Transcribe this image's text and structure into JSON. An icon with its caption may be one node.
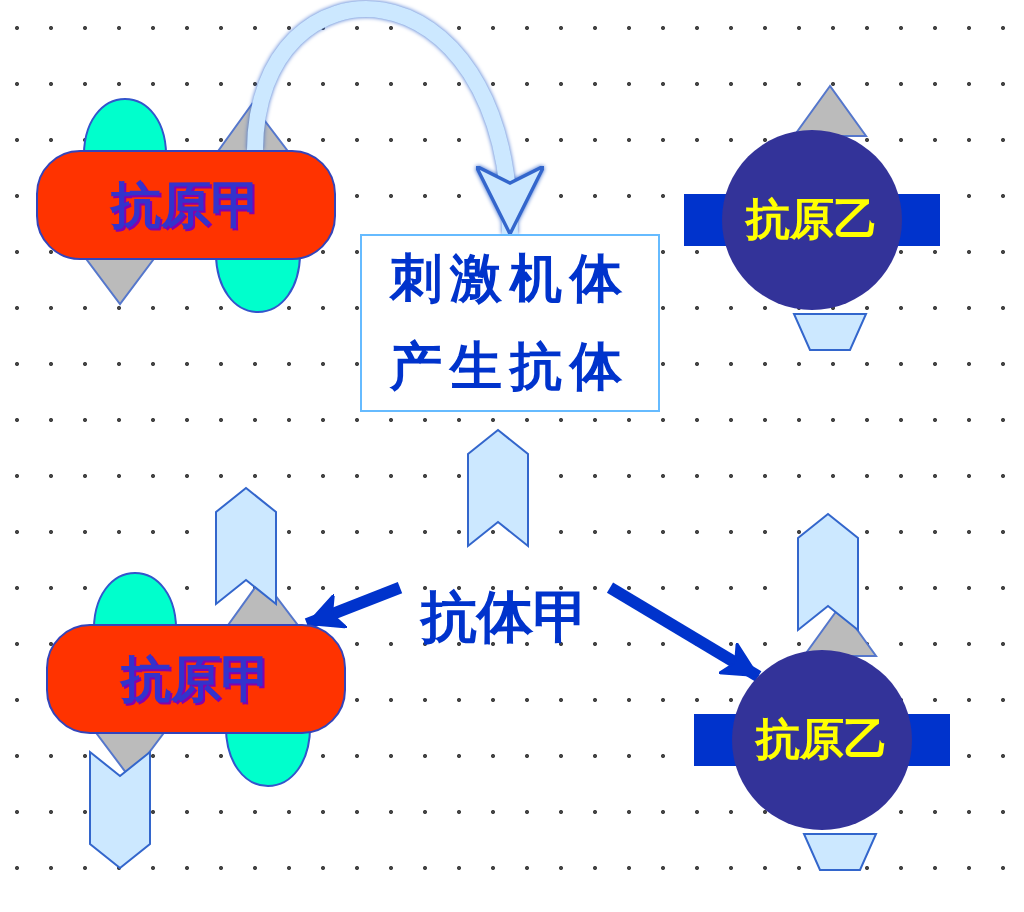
{
  "diagram": {
    "nodes": [
      {
        "text": [
          "抗原甲"
        ]
      },
      {
        "text": [
          "刺激机体产生抗体"
        ]
      },
      {
        "text": [
          "抗原乙"
        ]
      },
      {
        "text": [
          "抗体甲"
        ]
      },
      {
        "text": [
          "抗原甲"
        ]
      },
      {
        "text": [
          "抗原乙"
        ]
      }
    ],
    "edges": [
      {
        "from": 0,
        "to": 1,
        "arrow": "to",
        "color": "#cce8ff"
      },
      {
        "from": 3,
        "to": 4,
        "arrow": "to"
      },
      {
        "from": 3,
        "to": 5,
        "arrow": "to"
      }
    ]
  }
}
